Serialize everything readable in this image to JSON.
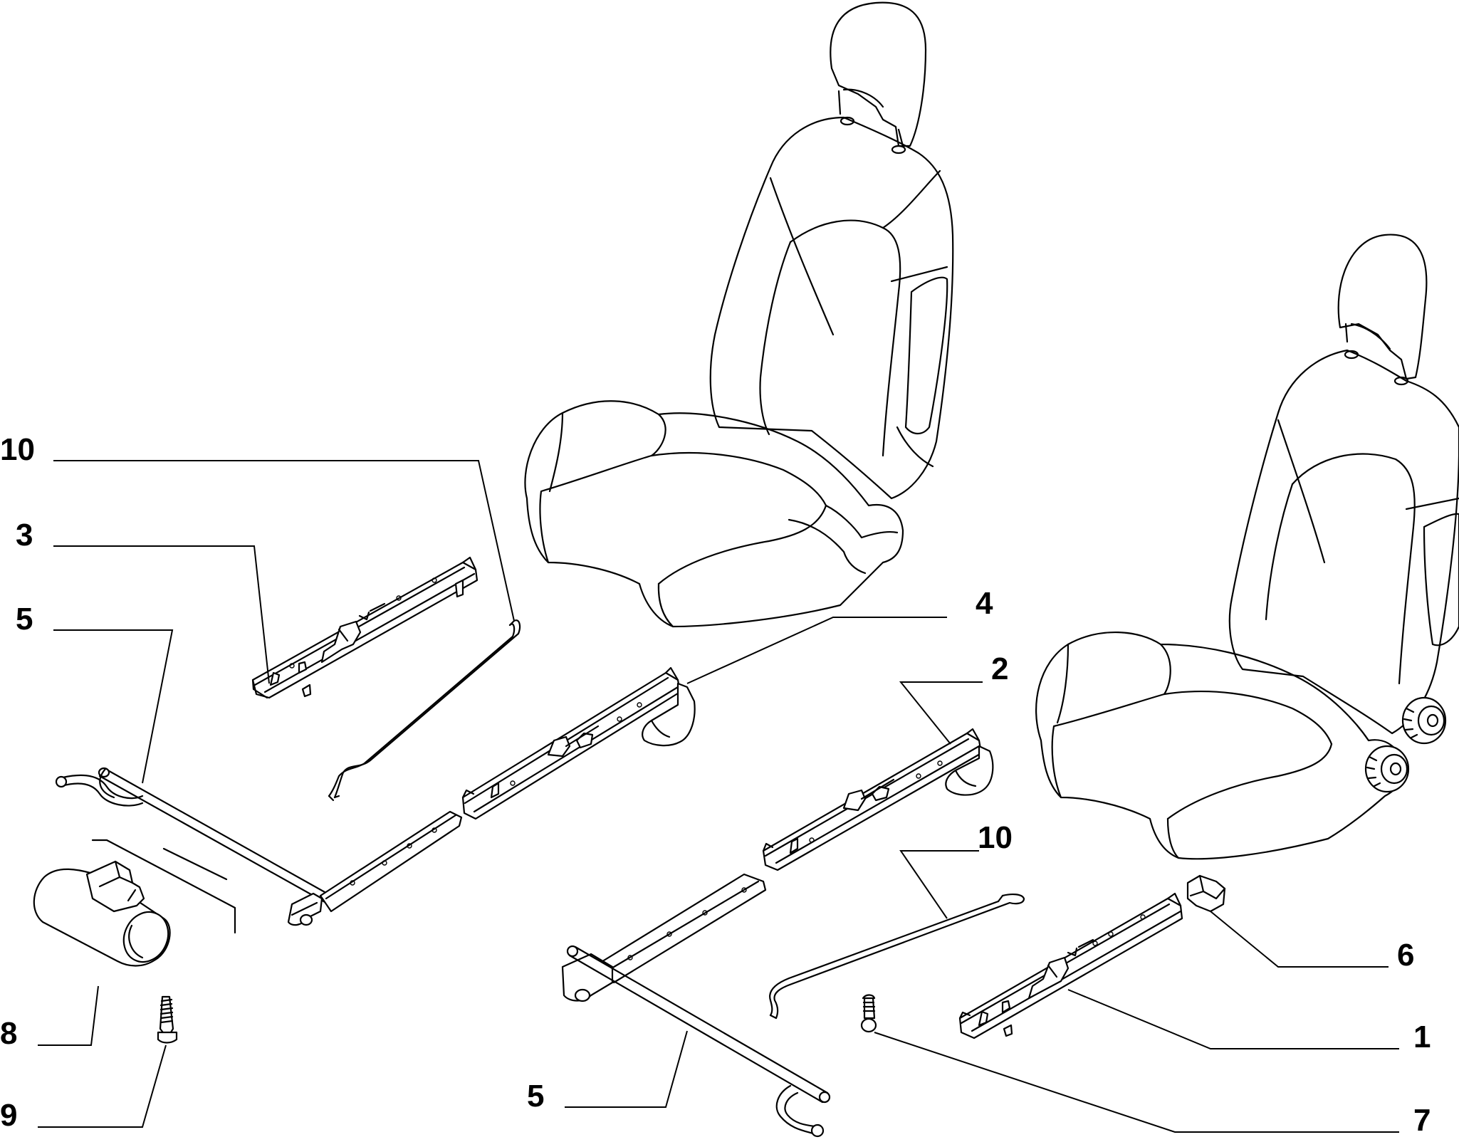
{
  "callouts": [
    {
      "id": "c10a",
      "label": "10"
    },
    {
      "id": "c3",
      "label": "3"
    },
    {
      "id": "c5a",
      "label": "5"
    },
    {
      "id": "c4",
      "label": "4"
    },
    {
      "id": "c2",
      "label": "2"
    },
    {
      "id": "c10b",
      "label": "10"
    },
    {
      "id": "c6",
      "label": "6"
    },
    {
      "id": "c8",
      "label": "8"
    },
    {
      "id": "c1",
      "label": "1"
    },
    {
      "id": "c9",
      "label": "9"
    },
    {
      "id": "c5b",
      "label": "5"
    },
    {
      "id": "c7",
      "label": "7"
    }
  ]
}
